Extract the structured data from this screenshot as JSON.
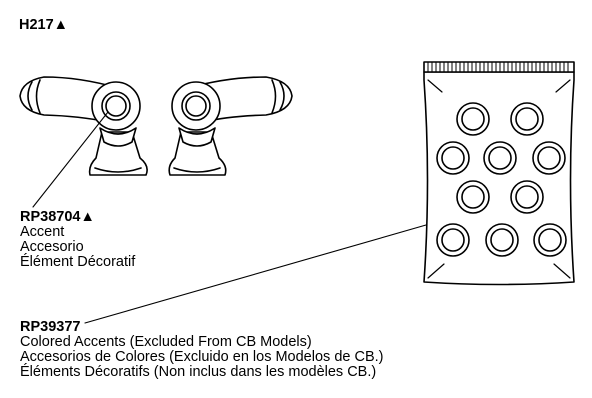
{
  "model": {
    "code": "H217",
    "marker": "▲"
  },
  "part_accent": {
    "code": "RP38704",
    "marker": "▲",
    "lines": [
      "Accent",
      "Accesorio",
      "Élément Décoratif"
    ]
  },
  "part_colored": {
    "code": "RP39377",
    "lines": [
      "Colored Accents (Excluded From CB Models)",
      "Accesorios de Colores (Excluido en los Modelos de CB.)",
      "Éléments Décoratifs (Non inclus dans les modèles CB.)"
    ]
  }
}
